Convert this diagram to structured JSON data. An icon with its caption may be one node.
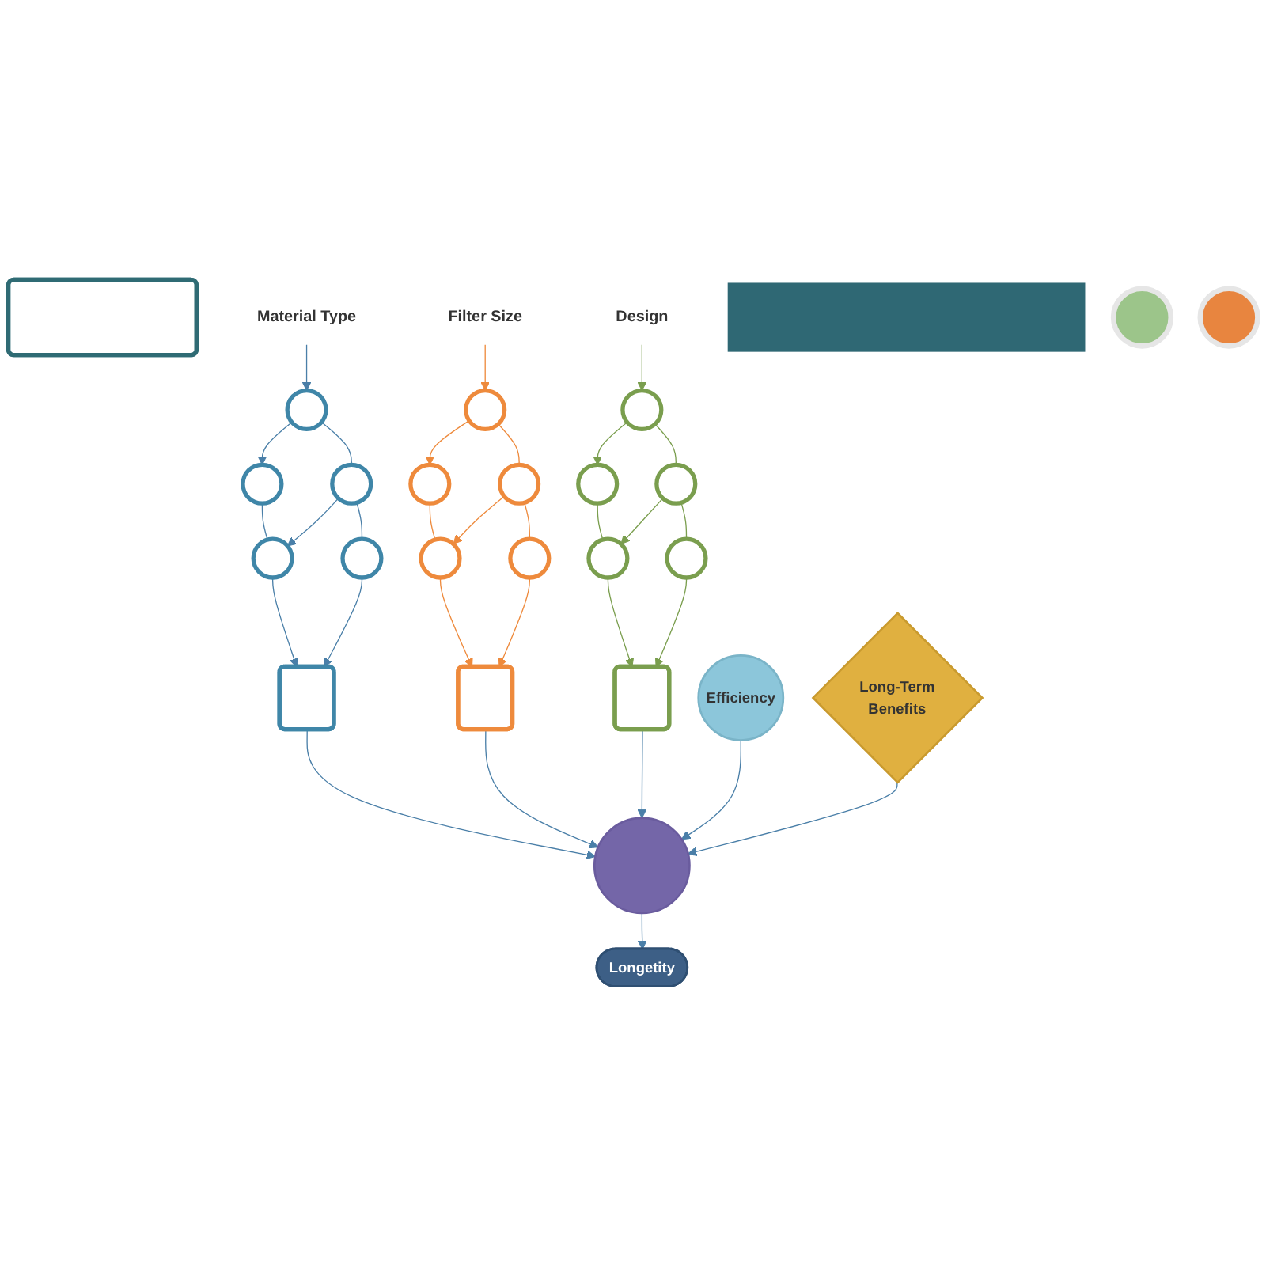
{
  "diagram": {
    "nodes": [
      {
        "text": [],
        "shape": "box"
      },
      {
        "text": [
          "Material Type"
        ]
      },
      {
        "text": [],
        "shape": "circle"
      },
      {
        "text": [],
        "shape": "circle"
      },
      {
        "text": [],
        "shape": "circle"
      },
      {
        "text": [],
        "shape": "circle"
      },
      {
        "text": [],
        "shape": "circle"
      },
      {
        "text": [],
        "shape": "box"
      },
      {
        "text": [
          "Filter Size"
        ]
      },
      {
        "text": [],
        "shape": "circle"
      },
      {
        "text": [],
        "shape": "circle"
      },
      {
        "text": [],
        "shape": "circle"
      },
      {
        "text": [],
        "shape": "circle"
      },
      {
        "text": [],
        "shape": "circle"
      },
      {
        "text": [],
        "shape": "box"
      },
      {
        "text": [
          "Design"
        ]
      },
      {
        "text": [],
        "shape": "circle"
      },
      {
        "text": [],
        "shape": "circle"
      },
      {
        "text": [],
        "shape": "circle"
      },
      {
        "text": [],
        "shape": "circle"
      },
      {
        "text": [],
        "shape": "circle"
      },
      {
        "text": [],
        "shape": "box"
      },
      {
        "text": [],
        "shape": "circle"
      },
      {
        "text": [
          "Efficiency"
        ]
      },
      {
        "text": [
          "Longetity"
        ]
      },
      {
        "text": [],
        "shape": "bar"
      },
      {
        "text": [],
        "shape": "circle"
      },
      {
        "text": [
          "Long-Term Benefits"
        ]
      },
      {
        "text": [],
        "shape": "circle"
      }
    ],
    "edges": [
      {
        "from": 1,
        "to": 2,
        "arrow": "to"
      },
      {
        "from": 2,
        "to": 3,
        "arrow": "to"
      },
      {
        "from": 2,
        "to": 4,
        "arrow": "none"
      },
      {
        "from": 3,
        "to": 5,
        "arrow": "none"
      },
      {
        "from": 4,
        "to": 5,
        "arrow": "to"
      },
      {
        "from": 4,
        "to": 6,
        "arrow": "none"
      },
      {
        "from": 5,
        "to": 7,
        "arrow": "to"
      },
      {
        "from": 6,
        "to": 7,
        "arrow": "to"
      },
      {
        "from": 8,
        "to": 9,
        "arrow": "to",
        "color": "#ee8a3c"
      },
      {
        "from": 9,
        "to": 10,
        "arrow": "to",
        "color": "#ee8a3c"
      },
      {
        "from": 9,
        "to": 11,
        "arrow": "none",
        "color": "#ee8a3c"
      },
      {
        "from": 10,
        "to": 12,
        "arrow": "none",
        "color": "#ee8a3c"
      },
      {
        "from": 11,
        "to": 12,
        "arrow": "to",
        "color": "#ee8a3c"
      },
      {
        "from": 11,
        "to": 13,
        "arrow": "none",
        "color": "#ee8a3c"
      },
      {
        "from": 12,
        "to": 14,
        "arrow": "to",
        "color": "#ee8a3c"
      },
      {
        "from": 13,
        "to": 14,
        "arrow": "to",
        "color": "#ee8a3c"
      },
      {
        "from": 15,
        "to": 16,
        "arrow": "to",
        "color": "#7a9e4e"
      },
      {
        "from": 16,
        "to": 17,
        "arrow": "to",
        "color": "#7a9e4e"
      },
      {
        "from": 16,
        "to": 18,
        "arrow": "none",
        "color": "#7a9e4e"
      },
      {
        "from": 17,
        "to": 19,
        "arrow": "none",
        "color": "#7a9e4e"
      },
      {
        "from": 18,
        "to": 19,
        "arrow": "to",
        "color": "#7a9e4e"
      },
      {
        "from": 18,
        "to": 20,
        "arrow": "none",
        "color": "#7a9e4e"
      },
      {
        "from": 19,
        "to": 21,
        "arrow": "to",
        "color": "#7a9e4e"
      },
      {
        "from": 20,
        "to": 21,
        "arrow": "to",
        "color": "#7a9e4e"
      },
      {
        "from": 7,
        "to": 22,
        "arrow": "to"
      },
      {
        "from": 14,
        "to": 22,
        "arrow": "to"
      },
      {
        "from": 21,
        "to": 22,
        "arrow": "to"
      },
      {
        "from": 23,
        "to": 22,
        "arrow": "to"
      },
      {
        "from": 22,
        "to": 24,
        "arrow": "to"
      },
      {
        "from": 27,
        "to": 22,
        "arrow": "to"
      }
    ]
  }
}
